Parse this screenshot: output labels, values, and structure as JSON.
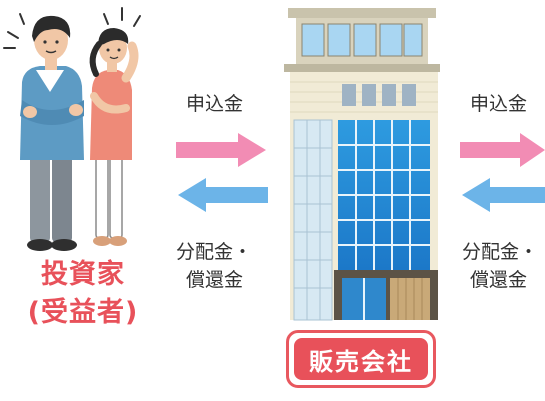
{
  "investor": {
    "label_line1": "投資家",
    "label_line2": "(受益者)"
  },
  "company": {
    "label": "販売会社"
  },
  "flows": {
    "left": {
      "subscription": "申込金",
      "distribution_line1": "分配金・",
      "distribution_line2": "償還金"
    },
    "right": {
      "subscription": "申込金",
      "distribution_line1": "分配金・",
      "distribution_line2": "償還金"
    }
  },
  "colors": {
    "accent_red": "#e8515a",
    "arrow_pink": "#f28cb4",
    "arrow_blue": "#6cb4e8"
  }
}
